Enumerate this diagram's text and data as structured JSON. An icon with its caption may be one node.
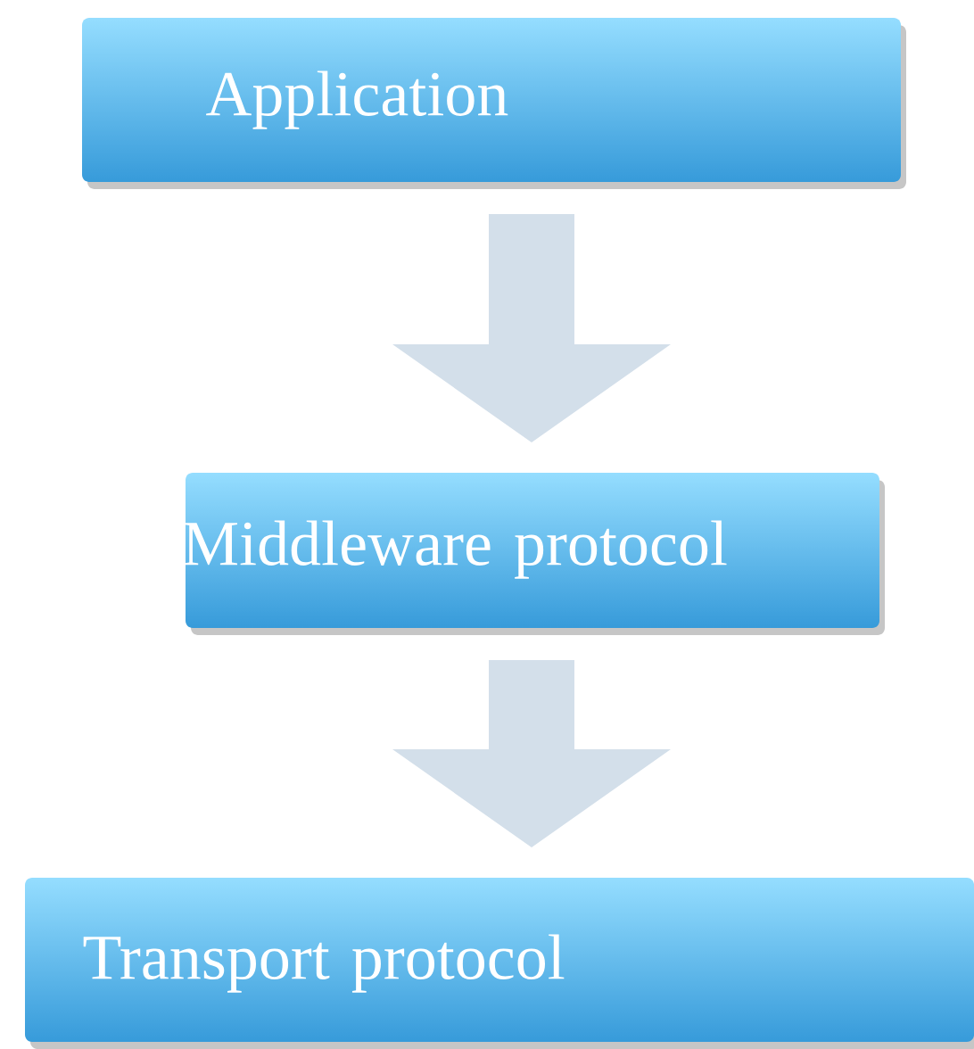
{
  "diagram": {
    "nodes": [
      {
        "text": [
          "Application"
        ]
      },
      {
        "text": [
          "Middleware protocol"
        ]
      },
      {
        "text": [
          "Transport protocol"
        ]
      }
    ],
    "edges": [
      {
        "from": 0,
        "to": 1,
        "arrow": "to"
      },
      {
        "from": 1,
        "to": 2,
        "arrow": "to"
      }
    ]
  }
}
